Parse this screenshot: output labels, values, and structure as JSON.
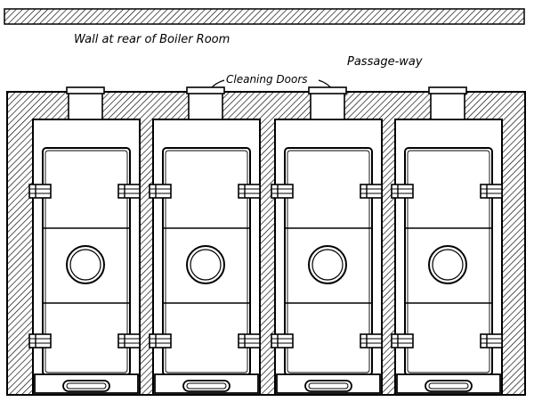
{
  "labels": {
    "wall": "Wall at rear of Boiler Room",
    "cleaning_doors": "Cleaning Doors",
    "passage": "Passage-way"
  },
  "boilers": [
    {
      "id": 1
    },
    {
      "id": 2
    },
    {
      "id": 3
    },
    {
      "id": 4
    }
  ],
  "colors": {
    "ink": "#000000",
    "paper": "#ffffff"
  }
}
